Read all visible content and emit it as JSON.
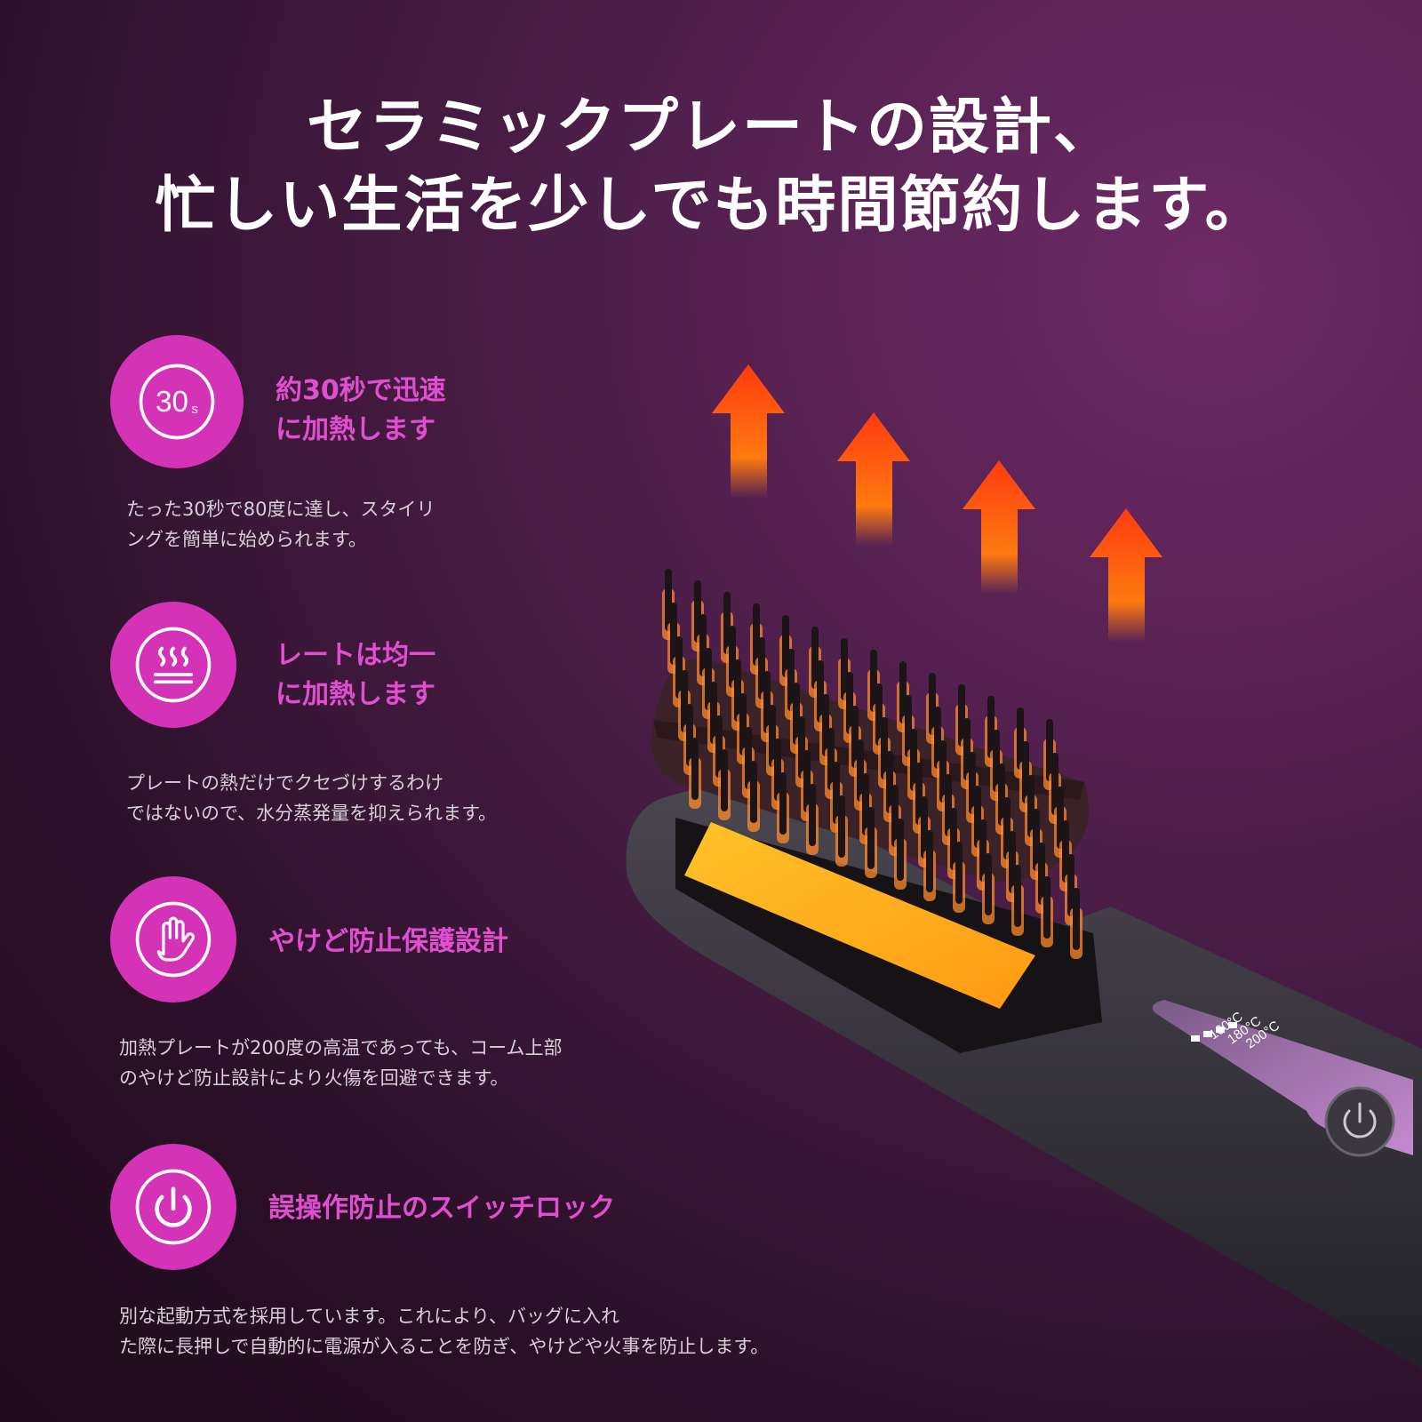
{
  "headline": {
    "line1": "セラミックプレートの設計、",
    "line2": "忙しい生活を少しでも時間節約します。"
  },
  "features": [
    {
      "icon": "timer-30s-icon",
      "icon_text": "30",
      "icon_sub": "s",
      "title_line1": "約30秒で迅速",
      "title_line2": "に加熱します",
      "desc_line1": "たった30秒で80度に達し、スタイリ",
      "desc_line2": "ングを簡単に始められます。"
    },
    {
      "icon": "heat-waves-icon",
      "title_line1": "レートは均一",
      "title_line2": "に加熱します",
      "desc_line1": "プレートの熱だけでクセづけするわけ",
      "desc_line2": "ではないので、水分蒸発量を抑えられます。"
    },
    {
      "icon": "hand-icon",
      "title_line1": "やけど防止保護設計",
      "desc_line1": "加熱プレートが200度の高温であっても、コーム上部",
      "desc_line2": "のやけど防止設計により火傷を回避できます。"
    },
    {
      "icon": "power-icon",
      "title_line1": "誤操作防止のスイッチロック",
      "desc_line1": "別な起動方式を採用しています。これにより、バッグに入れ",
      "desc_line2": "た際に長押しで自動的に電源が入ることを防ぎ、やけどや火事を防止します。"
    }
  ],
  "device": {
    "temps": [
      "160°C",
      "180°C",
      "200°C"
    ]
  },
  "colors": {
    "accent": "#d433b8",
    "accent_text": "#e24ed0",
    "arrow_top": "#ff3a10",
    "arrow_bottom": "#ff7a10",
    "plate": "#ffb21a"
  }
}
